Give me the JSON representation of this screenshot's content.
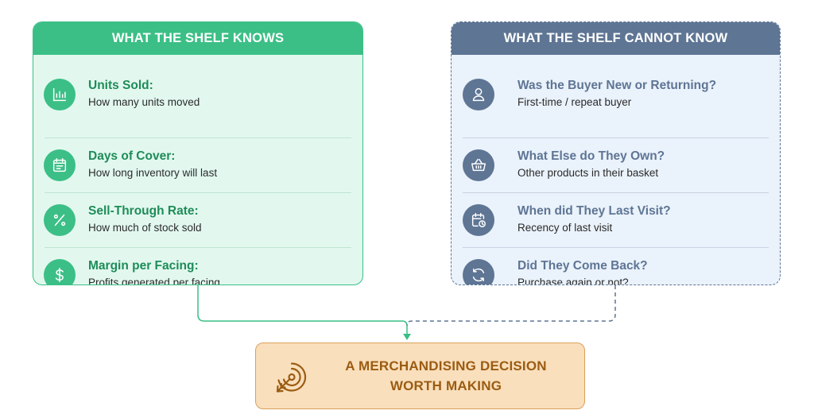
{
  "left_panel": {
    "header": "WHAT THE SHELF KNOWS",
    "items": [
      {
        "title": "Units Sold:",
        "desc": "How many units moved",
        "icon": "bar-chart-icon"
      },
      {
        "title": "Days of Cover:",
        "desc": "How long inventory will last",
        "icon": "calendar-list-icon"
      },
      {
        "title": "Sell-Through Rate:",
        "desc": "How much of stock sold",
        "icon": "percent-icon"
      },
      {
        "title": "Margin per Facing:",
        "desc": "Profits generated per facing",
        "icon": "dollar-icon"
      }
    ]
  },
  "right_panel": {
    "header": "WHAT THE SHELF CANNOT KNOW",
    "items": [
      {
        "title": "Was the Buyer New or Returning?",
        "desc": "First-time / repeat buyer",
        "icon": "user-icon"
      },
      {
        "title": "What Else do They Own?",
        "desc": "Other products in their basket",
        "icon": "basket-icon"
      },
      {
        "title": "When did They Last Visit?",
        "desc": "Recency of last visit",
        "icon": "calendar-clock-icon"
      },
      {
        "title": "Did They Come Back?",
        "desc": "Purchase again or not?",
        "icon": "refresh-icon"
      }
    ]
  },
  "decision": {
    "line1": "A MERCHANDISING DECISION",
    "line2": "WORTH MAKING",
    "icon": "target-arrow-icon"
  },
  "colors": {
    "green": "#3bbf86",
    "green_bg": "#e2f8ef",
    "slate": "#5e7594",
    "slate_bg": "#eaf2fb",
    "orange": "#9b5c12",
    "orange_bg": "#f9dfbc"
  }
}
